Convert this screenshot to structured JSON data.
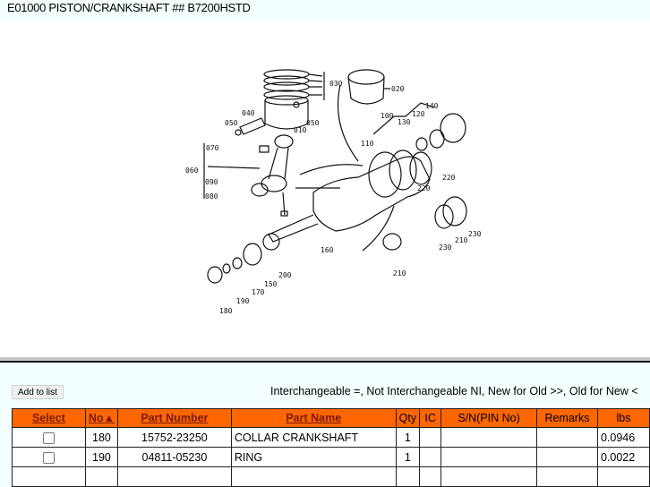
{
  "title": "E01000 PISTON/CRANKSHAFT ## B7200HSTD",
  "diagram": {
    "callouts": [
      "030",
      "020",
      "040",
      "050",
      "050",
      "010",
      "100",
      "130",
      "120",
      "140",
      "110",
      "070",
      "060",
      "090",
      "080",
      "220",
      "220",
      "160",
      "230",
      "210",
      "230",
      "210",
      "200",
      "150",
      "170",
      "190",
      "180"
    ]
  },
  "toolbar": {
    "add_to_list": "Add to list",
    "legend": "Interchangeable =, Not Interchangeable NI, New for Old >>, Old for New <"
  },
  "table": {
    "headers": [
      "Select",
      "No▲",
      "Part Number",
      "Part Name",
      "Qty",
      "IC",
      "S/N(PIN No)",
      "Remarks",
      "lbs"
    ],
    "rows": [
      {
        "no": "180",
        "part_number": "15752-23250",
        "part_name": "COLLAR CRANKSHAFT",
        "qty": "1",
        "ic": "",
        "sn": "",
        "remarks": "",
        "lbs": "0.0946"
      },
      {
        "no": "190",
        "part_number": "04811-05230",
        "part_name": "RING",
        "qty": "1",
        "ic": "",
        "sn": "",
        "remarks": "",
        "lbs": "0.0022"
      },
      {
        "no": "",
        "part_number": "",
        "part_name": "",
        "qty": "",
        "ic": "",
        "sn": "",
        "remarks": "",
        "lbs": ""
      }
    ]
  }
}
